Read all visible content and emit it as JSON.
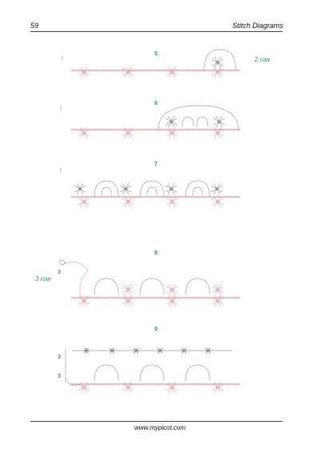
{
  "header": {
    "page_number": "59",
    "title": "Stitch Diagrams"
  },
  "diagrams": [
    {
      "number": "5"
    },
    {
      "number": "6"
    },
    {
      "number": "7"
    },
    {
      "number": "8"
    },
    {
      "number": "9"
    }
  ],
  "row_notes": {
    "note_2": "2 row",
    "note_3": "3 row"
  },
  "footer": {
    "url": "www.mypicot.com"
  },
  "colors": {
    "accent": "#2a9a6a",
    "pink_stitch": "#e2a3aa",
    "gray_stitch": "#7f7f7f"
  }
}
